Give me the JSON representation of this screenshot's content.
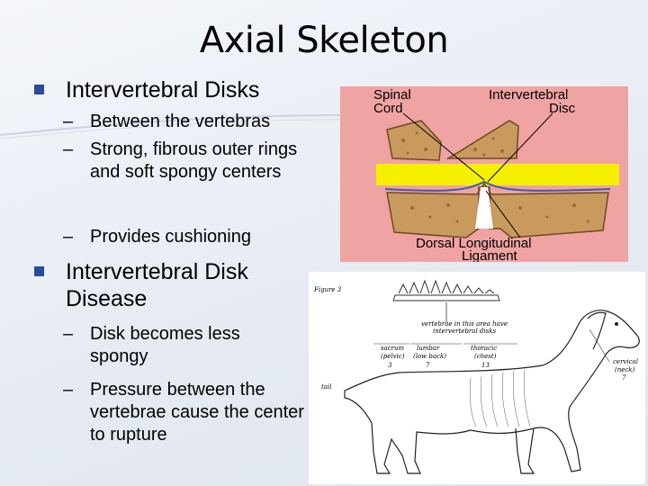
{
  "slide": {
    "title": "Axial Skeleton",
    "bullets": [
      {
        "text": "Intervertebral Disks",
        "subs": [
          "Between the vertebras",
          "Strong, fibrous outer rings and soft spongy centers",
          "Provides cushioning"
        ]
      },
      {
        "text": "Intervertebral Disk Disease",
        "subs": [
          "Disk becomes less spongy",
          "Pressure between the vertebrae cause the center to rupture"
        ]
      }
    ]
  },
  "figure_spine": {
    "label_spinal_cord_1": "Spinal",
    "label_spinal_cord_2": "Cord",
    "label_disc_1": "Intervertebral",
    "label_disc_2": "Disc",
    "label_ligament_1": "Dorsal Longitudinal",
    "label_ligament_2": "Ligament",
    "colors": {
      "background": "#f0a3a3",
      "spinal_cord": "#f5f000",
      "bone": "#c89a5e"
    }
  },
  "figure_dog": {
    "figure_label": "Figure 3",
    "note_1": "vertebrae in this area have",
    "note_2": "intervertebral disks",
    "sacrum_1": "sacrum",
    "sacrum_2": "(pelvic)",
    "sacrum_n": "3",
    "lumbar_1": "lumbar",
    "lumbar_2": "(low back)",
    "lumbar_n": "7",
    "thoracic_1": "thoracic",
    "thoracic_2": "(chest)",
    "thoracic_n": "13",
    "cervical_1": "cervical",
    "cervical_2": "(neck)",
    "cervical_n": "7",
    "tail": "tail"
  }
}
